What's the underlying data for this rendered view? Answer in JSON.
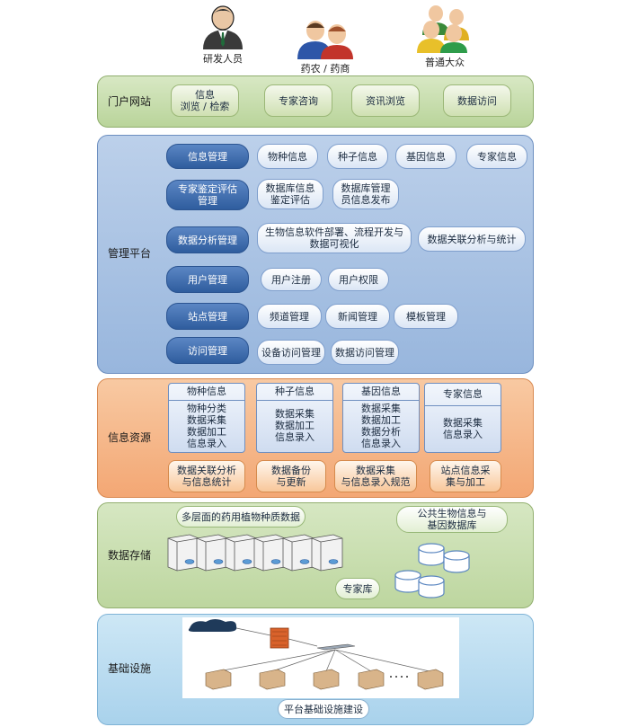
{
  "users": [
    {
      "label": "研发人员",
      "icon": "researcher-icon"
    },
    {
      "label": "药农 / 药商",
      "icon": "farmers-merchants-icon"
    },
    {
      "label": "普通大众",
      "icon": "public-group-icon"
    }
  ],
  "portal": {
    "label": "门户网站",
    "items": [
      {
        "line1": "信息",
        "line2": "浏览 / 检索"
      },
      {
        "line1": "专家咨询",
        "line2": ""
      },
      {
        "line1": "资讯浏览",
        "line2": ""
      },
      {
        "line1": "数据访问",
        "line2": ""
      }
    ]
  },
  "management": {
    "label": "管理平台",
    "rows": [
      {
        "category": {
          "line1": "信息管理",
          "line2": ""
        },
        "items": [
          {
            "line1": "物种信息",
            "line2": ""
          },
          {
            "line1": "种子信息",
            "line2": ""
          },
          {
            "line1": "基因信息",
            "line2": ""
          },
          {
            "line1": "专家信息",
            "line2": ""
          }
        ]
      },
      {
        "category": {
          "line1": "专家鉴定评估",
          "line2": "管理"
        },
        "items": [
          {
            "line1": "数据库信息",
            "line2": "鉴定评估"
          },
          {
            "line1": "数据库管理",
            "line2": "员信息发布"
          }
        ]
      },
      {
        "category": {
          "line1": "数据分析管理",
          "line2": ""
        },
        "items": [
          {
            "line1": "生物信息软件部署、流程开发与",
            "line2": "数据可视化"
          },
          {
            "line1": "数据关联分析与统计",
            "line2": ""
          }
        ]
      },
      {
        "category": {
          "line1": "用户管理",
          "line2": ""
        },
        "items": [
          {
            "line1": "用户注册",
            "line2": ""
          },
          {
            "line1": "用户权限",
            "line2": ""
          }
        ]
      },
      {
        "category": {
          "line1": "站点管理",
          "line2": ""
        },
        "items": [
          {
            "line1": "频道管理",
            "line2": ""
          },
          {
            "line1": "新闻管理",
            "line2": ""
          },
          {
            "line1": "模板管理",
            "line2": ""
          }
        ]
      },
      {
        "category": {
          "line1": "访问管理",
          "line2": ""
        },
        "items": [
          {
            "line1": "设备访问管理",
            "line2": ""
          },
          {
            "line1": "数据访问管理",
            "line2": ""
          }
        ]
      }
    ]
  },
  "resources": {
    "label": "信息资源",
    "boxes": [
      {
        "title": "物种信息",
        "lines": [
          "物种分类",
          "数据采集",
          "数据加工",
          "信息录入"
        ]
      },
      {
        "title": "种子信息",
        "lines": [
          "数据采集",
          "数据加工",
          "信息录入"
        ]
      },
      {
        "title": "基因信息",
        "lines": [
          "数据采集",
          "数据加工",
          "数据分析",
          "信息录入"
        ]
      },
      {
        "title": "专家信息",
        "lines": [
          "数据采集",
          "信息录入"
        ]
      }
    ],
    "tasks": [
      {
        "line1": "数据关联分析",
        "line2": "与信息统计"
      },
      {
        "line1": "数据备份",
        "line2": "与更新"
      },
      {
        "line1": "数据采集",
        "line2": "与信息录入规范"
      },
      {
        "line1": "站点信息采",
        "line2": "集与加工"
      }
    ]
  },
  "storage": {
    "label": "数据存储",
    "medicinal_db": "多层面的药用植物种质数据",
    "public_db": {
      "line1": "公共生物信息与",
      "line2": "基因数据库"
    },
    "expert_db": "专家库"
  },
  "infrastructure": {
    "label": "基础设施",
    "build": "平台基础设施建设"
  },
  "colors": {
    "portal_bg": "#c4dba8",
    "management_bg": "#a9c3e4",
    "resources_bg": "#f6b88a",
    "storage_bg": "#c9dfb0",
    "infra_bg": "#b9dbef",
    "category_blue": "#3e6cae"
  }
}
